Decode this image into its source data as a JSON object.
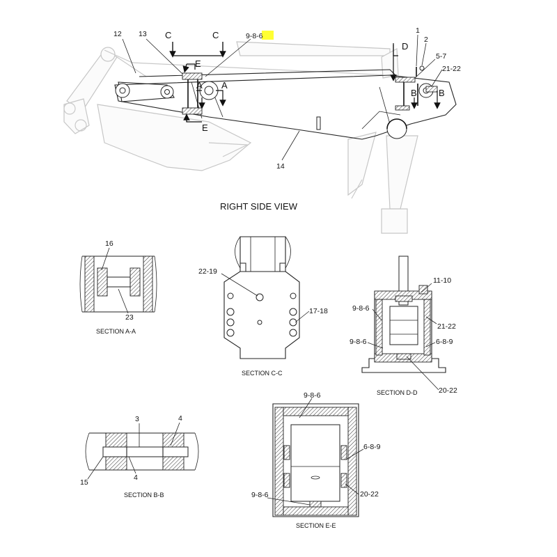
{
  "view_title": "RIGHT SIDE VIEW",
  "section_arrows": {
    "c_left": "C",
    "c_right": "C",
    "d": "D",
    "e_top": "E",
    "e_bottom": "E",
    "a_left": "A",
    "a_right": "A",
    "b_left": "B",
    "b_right": "B"
  },
  "callouts": {
    "c12": "12",
    "c13": "13",
    "c986_top": "9-8-6",
    "c1": "1",
    "c2": "2",
    "c57": "5-7",
    "c2122_top": "21-22",
    "c14": "14",
    "c16": "16",
    "c23": "23",
    "c2219": "22-19",
    "c1718": "17-18",
    "c1110": "11-10",
    "c986_d1": "9-8-6",
    "c2122_d": "21-22",
    "c986_d2": "9-8-6",
    "c689_d": "6-8-9",
    "c2022_d": "20-22",
    "c3": "3",
    "c4_top": "4",
    "c15": "15",
    "c4_bot": "4",
    "c986_e1": "9-8-6",
    "c689_e": "6-8-9",
    "c2022_e": "20-22",
    "c986_e2": "9-8-6"
  },
  "sections": {
    "aa": "SECTION A-A",
    "cc": "SECTION C-C",
    "dd": "SECTION D-D",
    "bb": "SECTION B-B",
    "ee": "SECTION E-E"
  },
  "highlight_color": "#ffff33"
}
